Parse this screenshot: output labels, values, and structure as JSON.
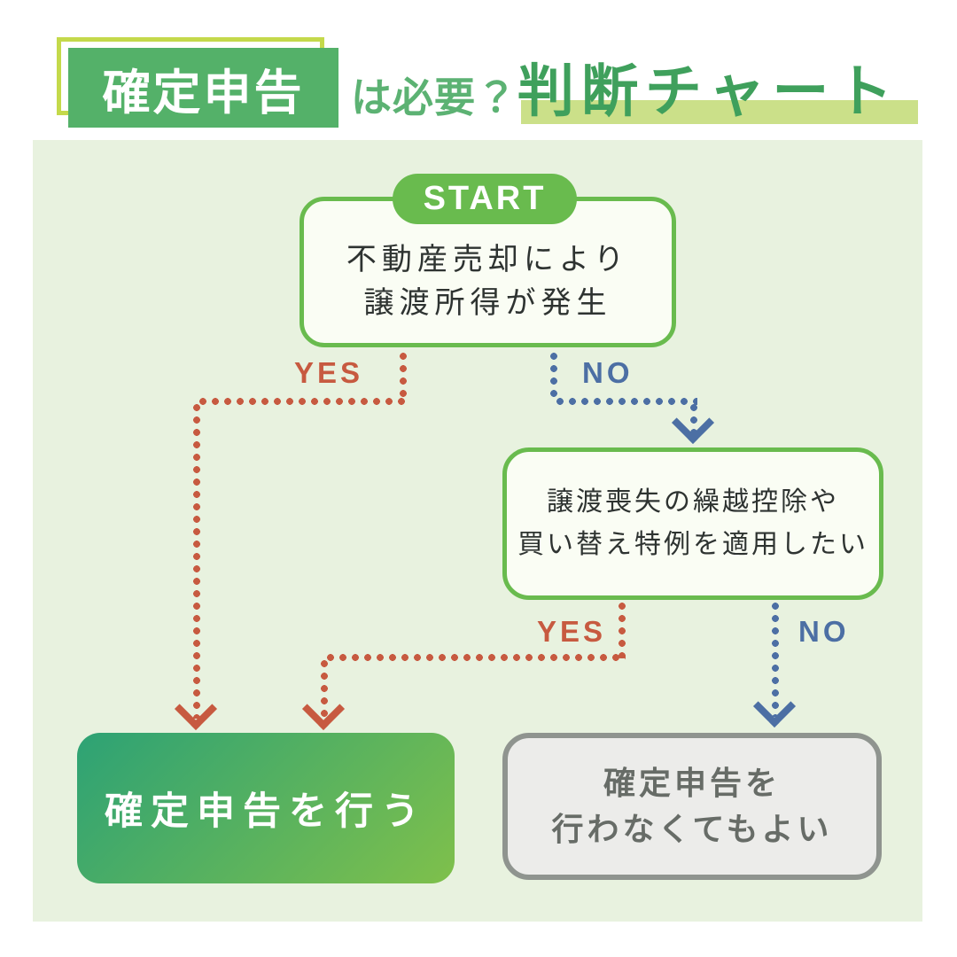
{
  "header": {
    "badge": "確定申告",
    "subtitle": "は必要？",
    "title": "判断チャート"
  },
  "flow": {
    "start_label": "START",
    "question1": {
      "line1": "不動産売却により",
      "line2": "譲渡所得が発生"
    },
    "question2": {
      "line1": "譲渡喪失の繰越控除や",
      "line2": "買い替え特例を適用したい"
    },
    "labels": {
      "yes": "YES",
      "no": "NO"
    },
    "result_file": "確定申告を行う",
    "result_no_file": {
      "line1": "確定申告を",
      "line2": "行わなくてもよい"
    }
  },
  "colors": {
    "line-green": "#69bb4e",
    "badge-green": "#54b169",
    "subtitle-green": "#5cb273",
    "title-green": "#3fa05c",
    "hl-border": "#c4d94b",
    "hl-bar": "#cbe089",
    "panel-bg": "#e8f2df",
    "box-bg": "#fafdf4",
    "yes-red": "#c75a40",
    "no-blue": "#4c6fa4",
    "grad-start": "#2da275",
    "grad-end": "#7fc04b",
    "gray-bg": "#ececea",
    "gray-border": "#8f948f"
  }
}
